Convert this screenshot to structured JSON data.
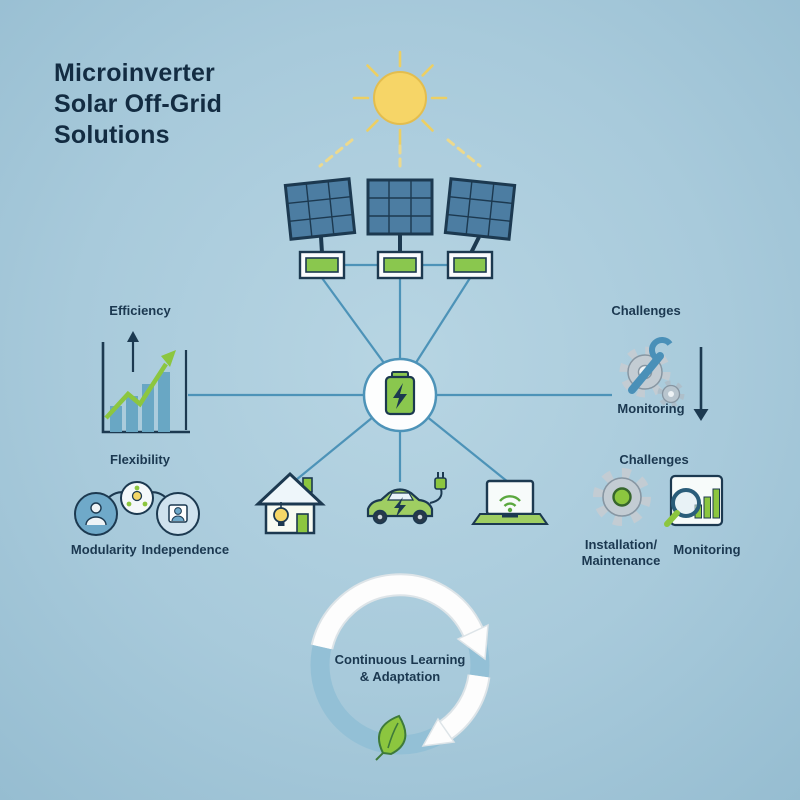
{
  "title": {
    "line1": "Microinverter",
    "line2": "Solar Off-Grid",
    "line3": "Solutions"
  },
  "nodes": {
    "efficiency": "Efficiency",
    "flexibility": "Flexibility",
    "modularity": "Modularity",
    "independence": "Independence",
    "challenges_top": "Challenges",
    "monitoring_top": "Monitoring",
    "challenges_bottom": "Challenges",
    "installation_line1": "Installation/",
    "installation_line2": "Maintenance",
    "monitoring_bottom": "Monitoring",
    "cycle_line1": "Continuous Learning",
    "cycle_line2": "& Adaptation"
  },
  "icons": {
    "sun": "sun-icon",
    "solar_panels": "solar-panel-array-icon",
    "microinverters": "microinverter-icon",
    "battery_hub": "battery-hub-icon",
    "growth_chart": "growth-chart-icon",
    "up_arrow": "up-arrow-icon",
    "modularity_network": "modularity-people-icon",
    "home": "home-lightbulb-icon",
    "ev_car": "electric-car-icon",
    "laptop": "laptop-wifi-icon",
    "wrench_gear": "wrench-gear-icon",
    "down_arrow": "down-arrow-icon",
    "gear": "gear-icon",
    "magnifier_chart": "magnifier-chart-icon",
    "cycle_arrows": "cycle-arrows-icon",
    "leaf": "leaf-icon"
  },
  "colors": {
    "background": "#a8cadb",
    "ink": "#1c3950",
    "connector_blue": "#4d93b8",
    "accent_green": "#8cc63f",
    "panel_blue": "#4c7da2",
    "sun_yellow": "#f6d567",
    "gear_gray": "#c3ccd3",
    "arrow_white": "#fdfdfd"
  }
}
